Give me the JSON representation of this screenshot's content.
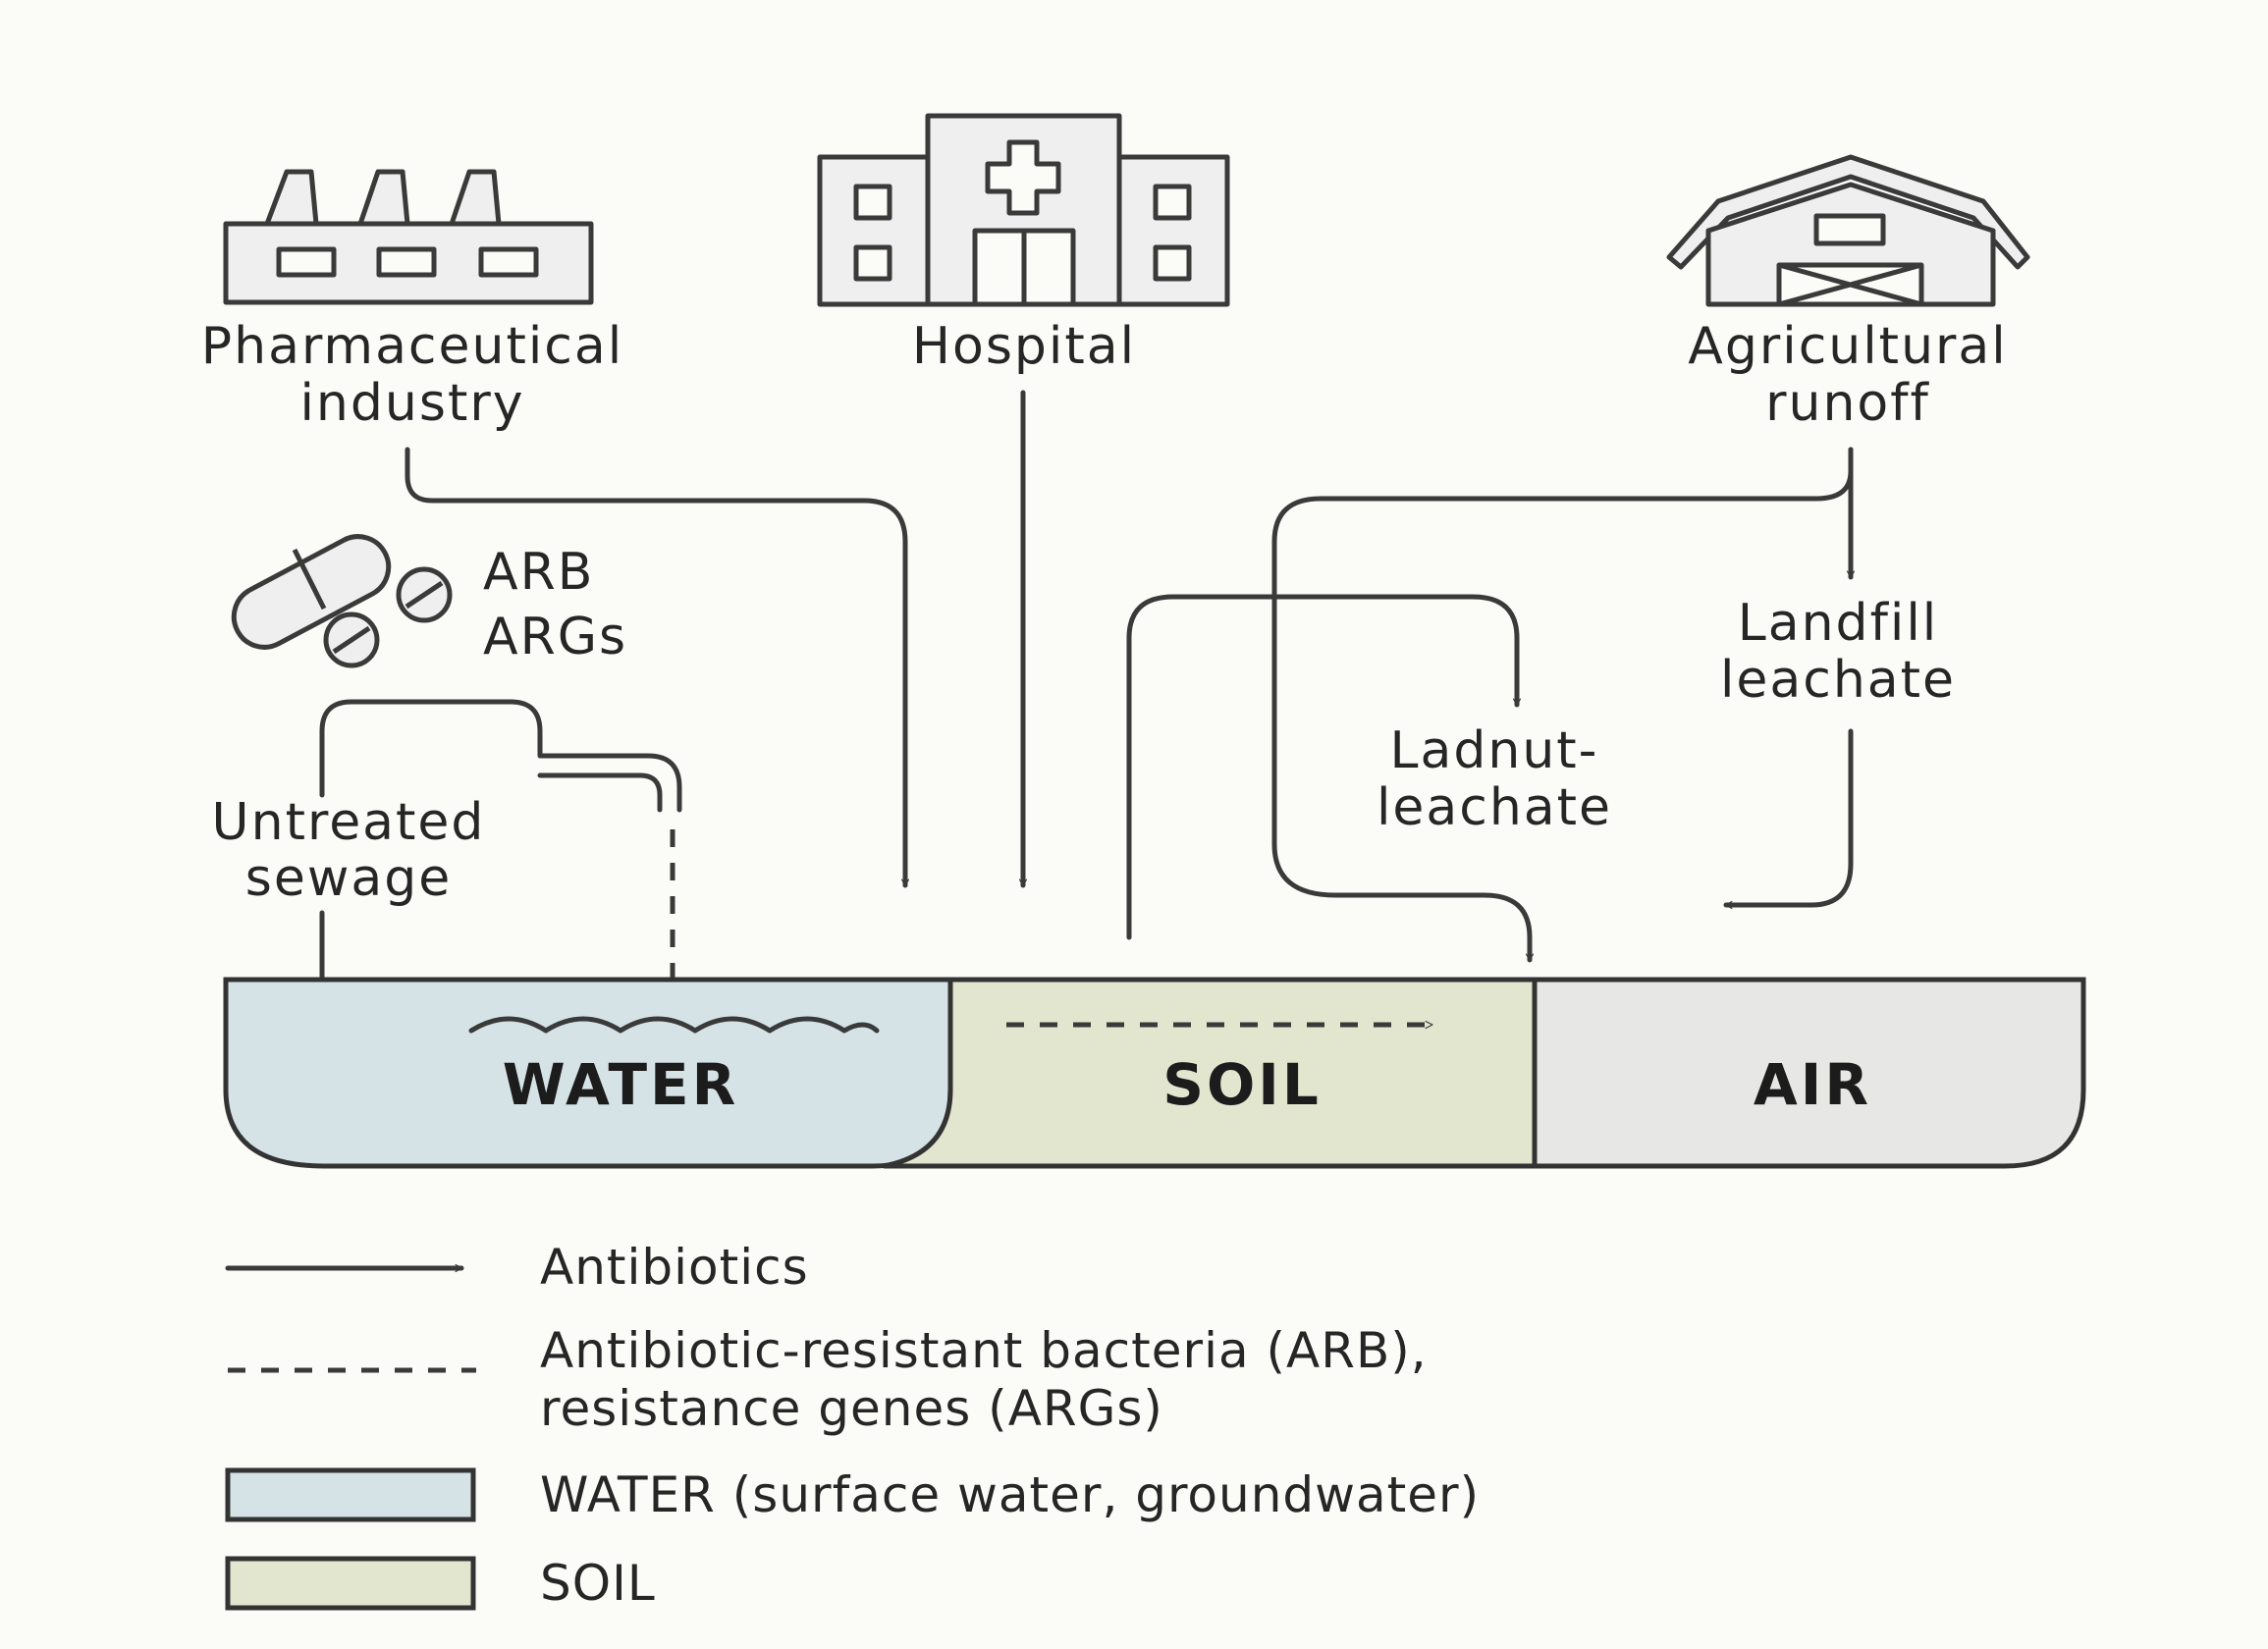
{
  "sources": {
    "pharma": {
      "line1": "Pharmaceutical",
      "line2": "industry"
    },
    "hospital": {
      "label": "Hospital"
    },
    "agri": {
      "line1": "Agricultural",
      "line2": "runoff"
    }
  },
  "labels": {
    "arb": "ARB",
    "args": "ARGs",
    "sewage_line1": "Untreated",
    "sewage_line2": "sewage",
    "ladnut_line1": "Ladnut-",
    "ladnut_line2": "leachate",
    "landfill_line1": "Landfill",
    "landfill_line2": "leachate"
  },
  "compartments": {
    "water": {
      "label": "WATER",
      "color": "#d6e3e6"
    },
    "soil": {
      "label": "SOIL",
      "color": "#e3e6cf"
    },
    "air": {
      "label": "AIR",
      "color": "#e7e7e5"
    }
  },
  "legend": {
    "antibiotics": "Antibiotics",
    "arb_line1": "Antibiotic-resistant bacteria (ARB),",
    "arb_line2": "resistance genes (ARGs)",
    "water": "WATER (surface water, groundwater)",
    "soil": "SOIL"
  },
  "icons": {
    "factory": "factory-icon",
    "hospital": "hospital-icon",
    "barn": "barn-icon",
    "pills": "pills-icon"
  }
}
